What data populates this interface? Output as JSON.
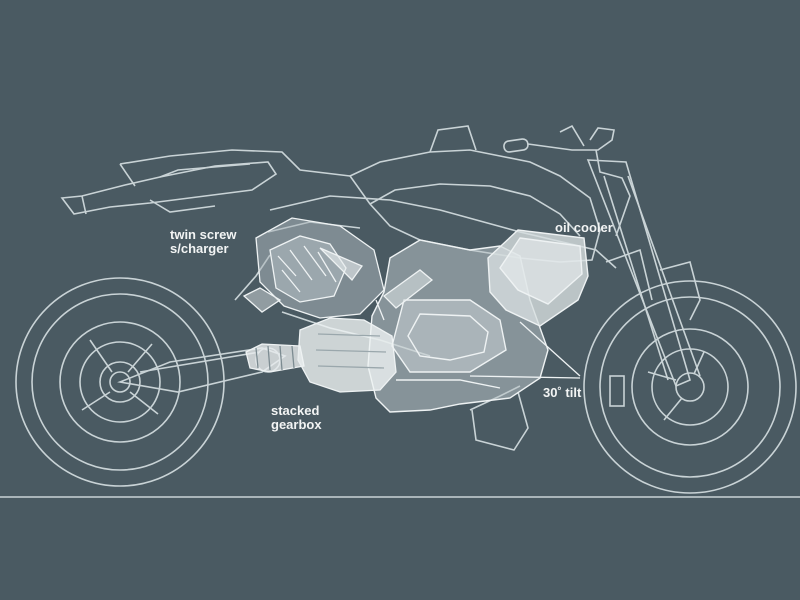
{
  "labels": {
    "supercharger_line1": "twin screw",
    "supercharger_line2": "s/charger",
    "oil_cooler": "oil cooler",
    "tilt": "30˚ tilt",
    "gearbox_line1": "stacked",
    "gearbox_line2": "gearbox"
  },
  "colors": {
    "background": "#4a5a62",
    "line": "#c9d3d6",
    "engine_fill": "#d7dee0",
    "text": "#f2f4f4"
  }
}
